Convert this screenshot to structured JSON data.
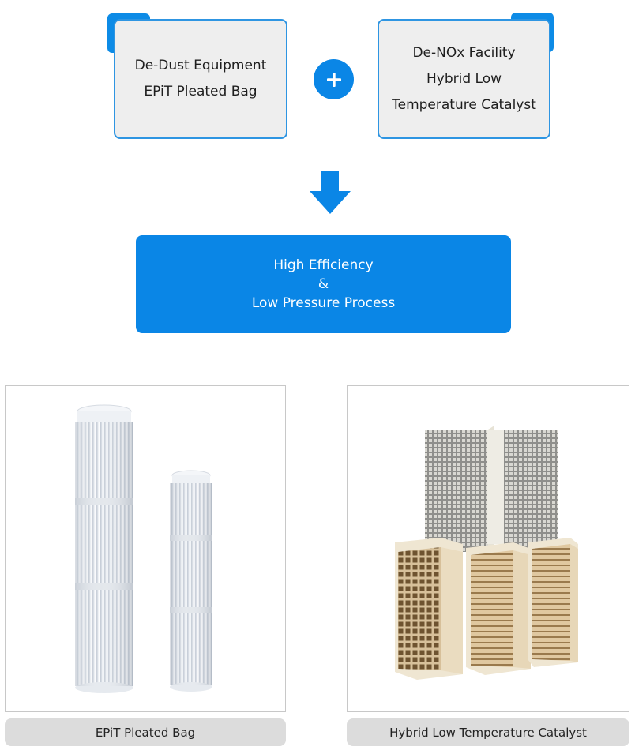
{
  "left_card": {
    "lines": [
      "De-Dust Equipment",
      "EPiT Pleated Bag"
    ]
  },
  "right_card": {
    "lines": [
      "De-NOx Facility",
      "Hybrid Low",
      "Temperature Catalyst"
    ]
  },
  "result_banner": {
    "lines": [
      "High Efficiency",
      "&",
      "Low Pressure Process"
    ]
  },
  "photos": [
    {
      "caption": "EPiT Pleated Bag"
    },
    {
      "caption": "Hybrid Low Temperature Catalyst"
    }
  ],
  "colors": {
    "accent": "#0a86e6",
    "card_border": "#2e95e2",
    "card_fill": "#eeeeee",
    "caption_fill": "#dcdcdc"
  },
  "icons": [
    "plus-icon",
    "down-arrow-icon"
  ]
}
